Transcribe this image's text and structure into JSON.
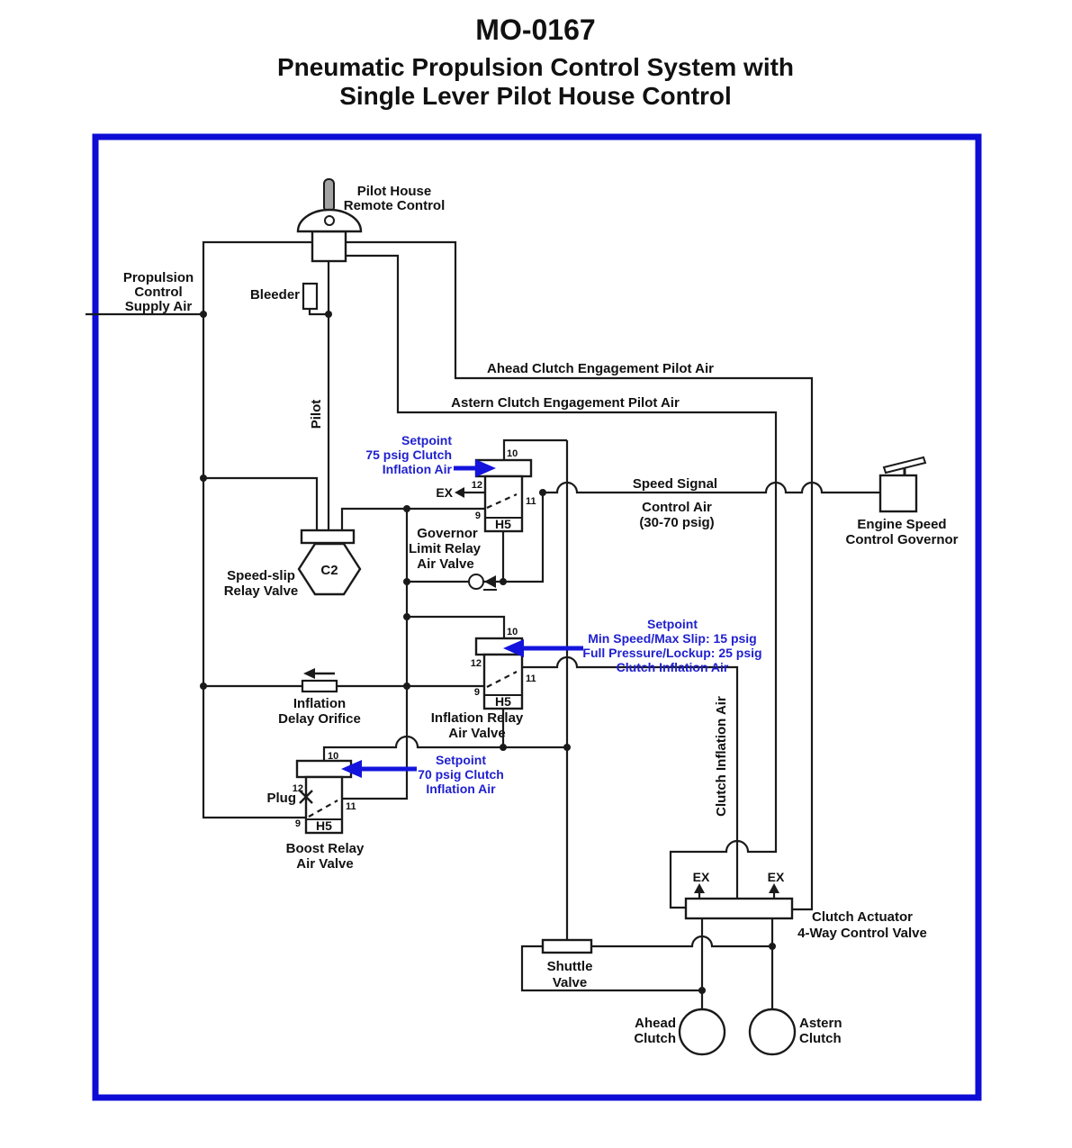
{
  "title": {
    "doc_no": "MO-0167",
    "line2": "Pneumatic Propulsion Control System with",
    "line3": "Single Lever Pilot House Control"
  },
  "labels": {
    "pilot_house": [
      "Pilot House",
      "Remote Control"
    ],
    "supply": [
      "Propulsion",
      "Control",
      "Supply Air"
    ],
    "bleeder": "Bleeder",
    "pilot_line": "Pilot",
    "ahead_pilot": "Ahead Clutch Engagement Pilot Air",
    "astern_pilot": "Astern Clutch Engagement Pilot Air",
    "governor_valve": [
      "Governor",
      "Limit Relay",
      "Air Valve"
    ],
    "speed_slip_valve": [
      "Speed-slip",
      "Relay Valve"
    ],
    "speed_slip_tag": "C2",
    "speed_signal": [
      "Speed Signal",
      "Control Air",
      "(30-70 psig)"
    ],
    "engine_governor": [
      "Engine Speed",
      "Control Governor"
    ],
    "inflation_valve": [
      "Inflation Relay",
      "Air Valve"
    ],
    "delay_orifice": [
      "Inflation",
      "Delay Orifice"
    ],
    "boost_valve": [
      "Boost Relay",
      "Air Valve"
    ],
    "plug": "Plug",
    "clutch_inflation_air": "Clutch Inflation Air",
    "actuator_valve": [
      "Clutch Actuator",
      "4-Way Control Valve"
    ],
    "shuttle_valve": [
      "Shuttle",
      "Valve"
    ],
    "ahead_clutch": [
      "Ahead",
      "Clutch"
    ],
    "astern_clutch": [
      "Astern",
      "Clutch"
    ],
    "ex": "EX"
  },
  "setpoints": {
    "sp75": [
      "Setpoint",
      "75 psig Clutch",
      "Inflation Air"
    ],
    "sp_inflation": [
      "Setpoint",
      "Min Speed/Max Slip: 15 psig",
      "Full Pressure/Lockup: 25 psig",
      "Clutch Inflation Air"
    ],
    "sp70": [
      "Setpoint",
      "70 psig Clutch",
      "Inflation Air"
    ]
  },
  "ports": {
    "n10": "10",
    "n11": "11",
    "n12": "12",
    "n9": "9",
    "h5": "H5"
  },
  "colors": {
    "frame": "#0d0dd6",
    "blue_text": "#1f1fcf",
    "blue_arrow": "#1414dd",
    "line": "#1a1a1a"
  }
}
